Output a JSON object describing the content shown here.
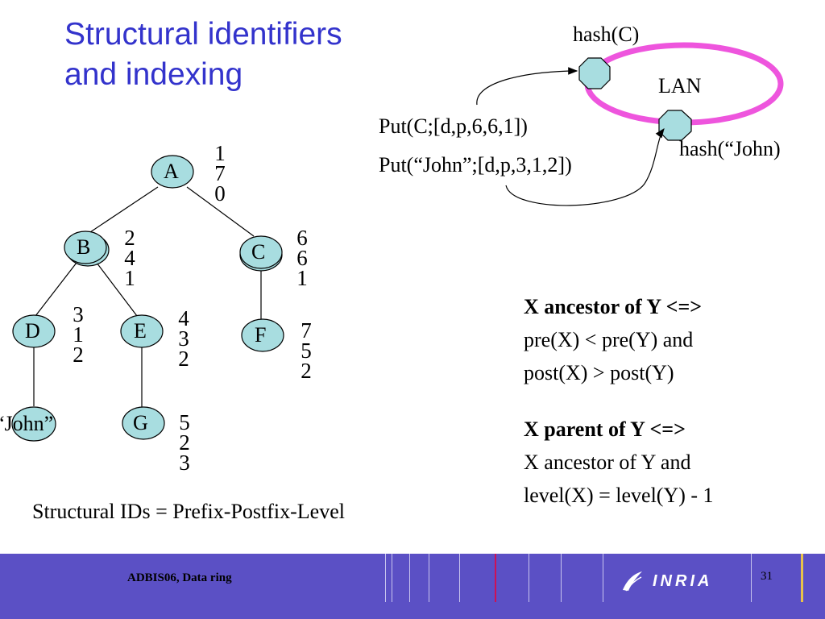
{
  "title": {
    "line1": "Structural identifiers",
    "line2": "and indexing"
  },
  "tree": {
    "nodes": [
      {
        "id": "A",
        "label": "A",
        "prefix": "1",
        "postfix": "7",
        "level": "0"
      },
      {
        "id": "B",
        "label": "B",
        "prefix": "2",
        "postfix": "4",
        "level": "1"
      },
      {
        "id": "C",
        "label": "C",
        "prefix": "6",
        "postfix": "6",
        "level": "1"
      },
      {
        "id": "D",
        "label": "D",
        "prefix": "3",
        "postfix": "1",
        "level": "2"
      },
      {
        "id": "E",
        "label": "E",
        "prefix": "4",
        "postfix": "3",
        "level": "2"
      },
      {
        "id": "F",
        "label": "F",
        "prefix": "7",
        "postfix": "5",
        "level": "2"
      },
      {
        "id": "G",
        "label": "G",
        "prefix": "5",
        "postfix": "2",
        "level": "3"
      }
    ],
    "leaf_text": "“John”"
  },
  "ring": {
    "label": "LAN",
    "hash_c": "hash(C)",
    "hash_john": "hash(“John)",
    "put_c": "Put(C;[d,p,6,6,1])",
    "put_john": "Put(“John”;[d,p,3,1,2])"
  },
  "rules": {
    "ancestor_head": "X ancestor of Y <=>",
    "ancestor_line1": "pre(X) < pre(Y) and",
    "ancestor_line2": "post(X) > post(Y)",
    "parent_head": "X parent of Y <=>",
    "parent_line1": "X ancestor of Y and",
    "parent_line2": "level(X) = level(Y) - 1"
  },
  "caption": "Structural IDs =  Prefix-Postfix-Level",
  "footer": {
    "text": "ADBIS06, Data ring",
    "page": "31",
    "logo": "INRIA"
  },
  "colors": {
    "node_fill": "#a8dde0",
    "ring": "#ee55dd",
    "footer_bg": "#5b50c5",
    "title": "#3333cc"
  }
}
